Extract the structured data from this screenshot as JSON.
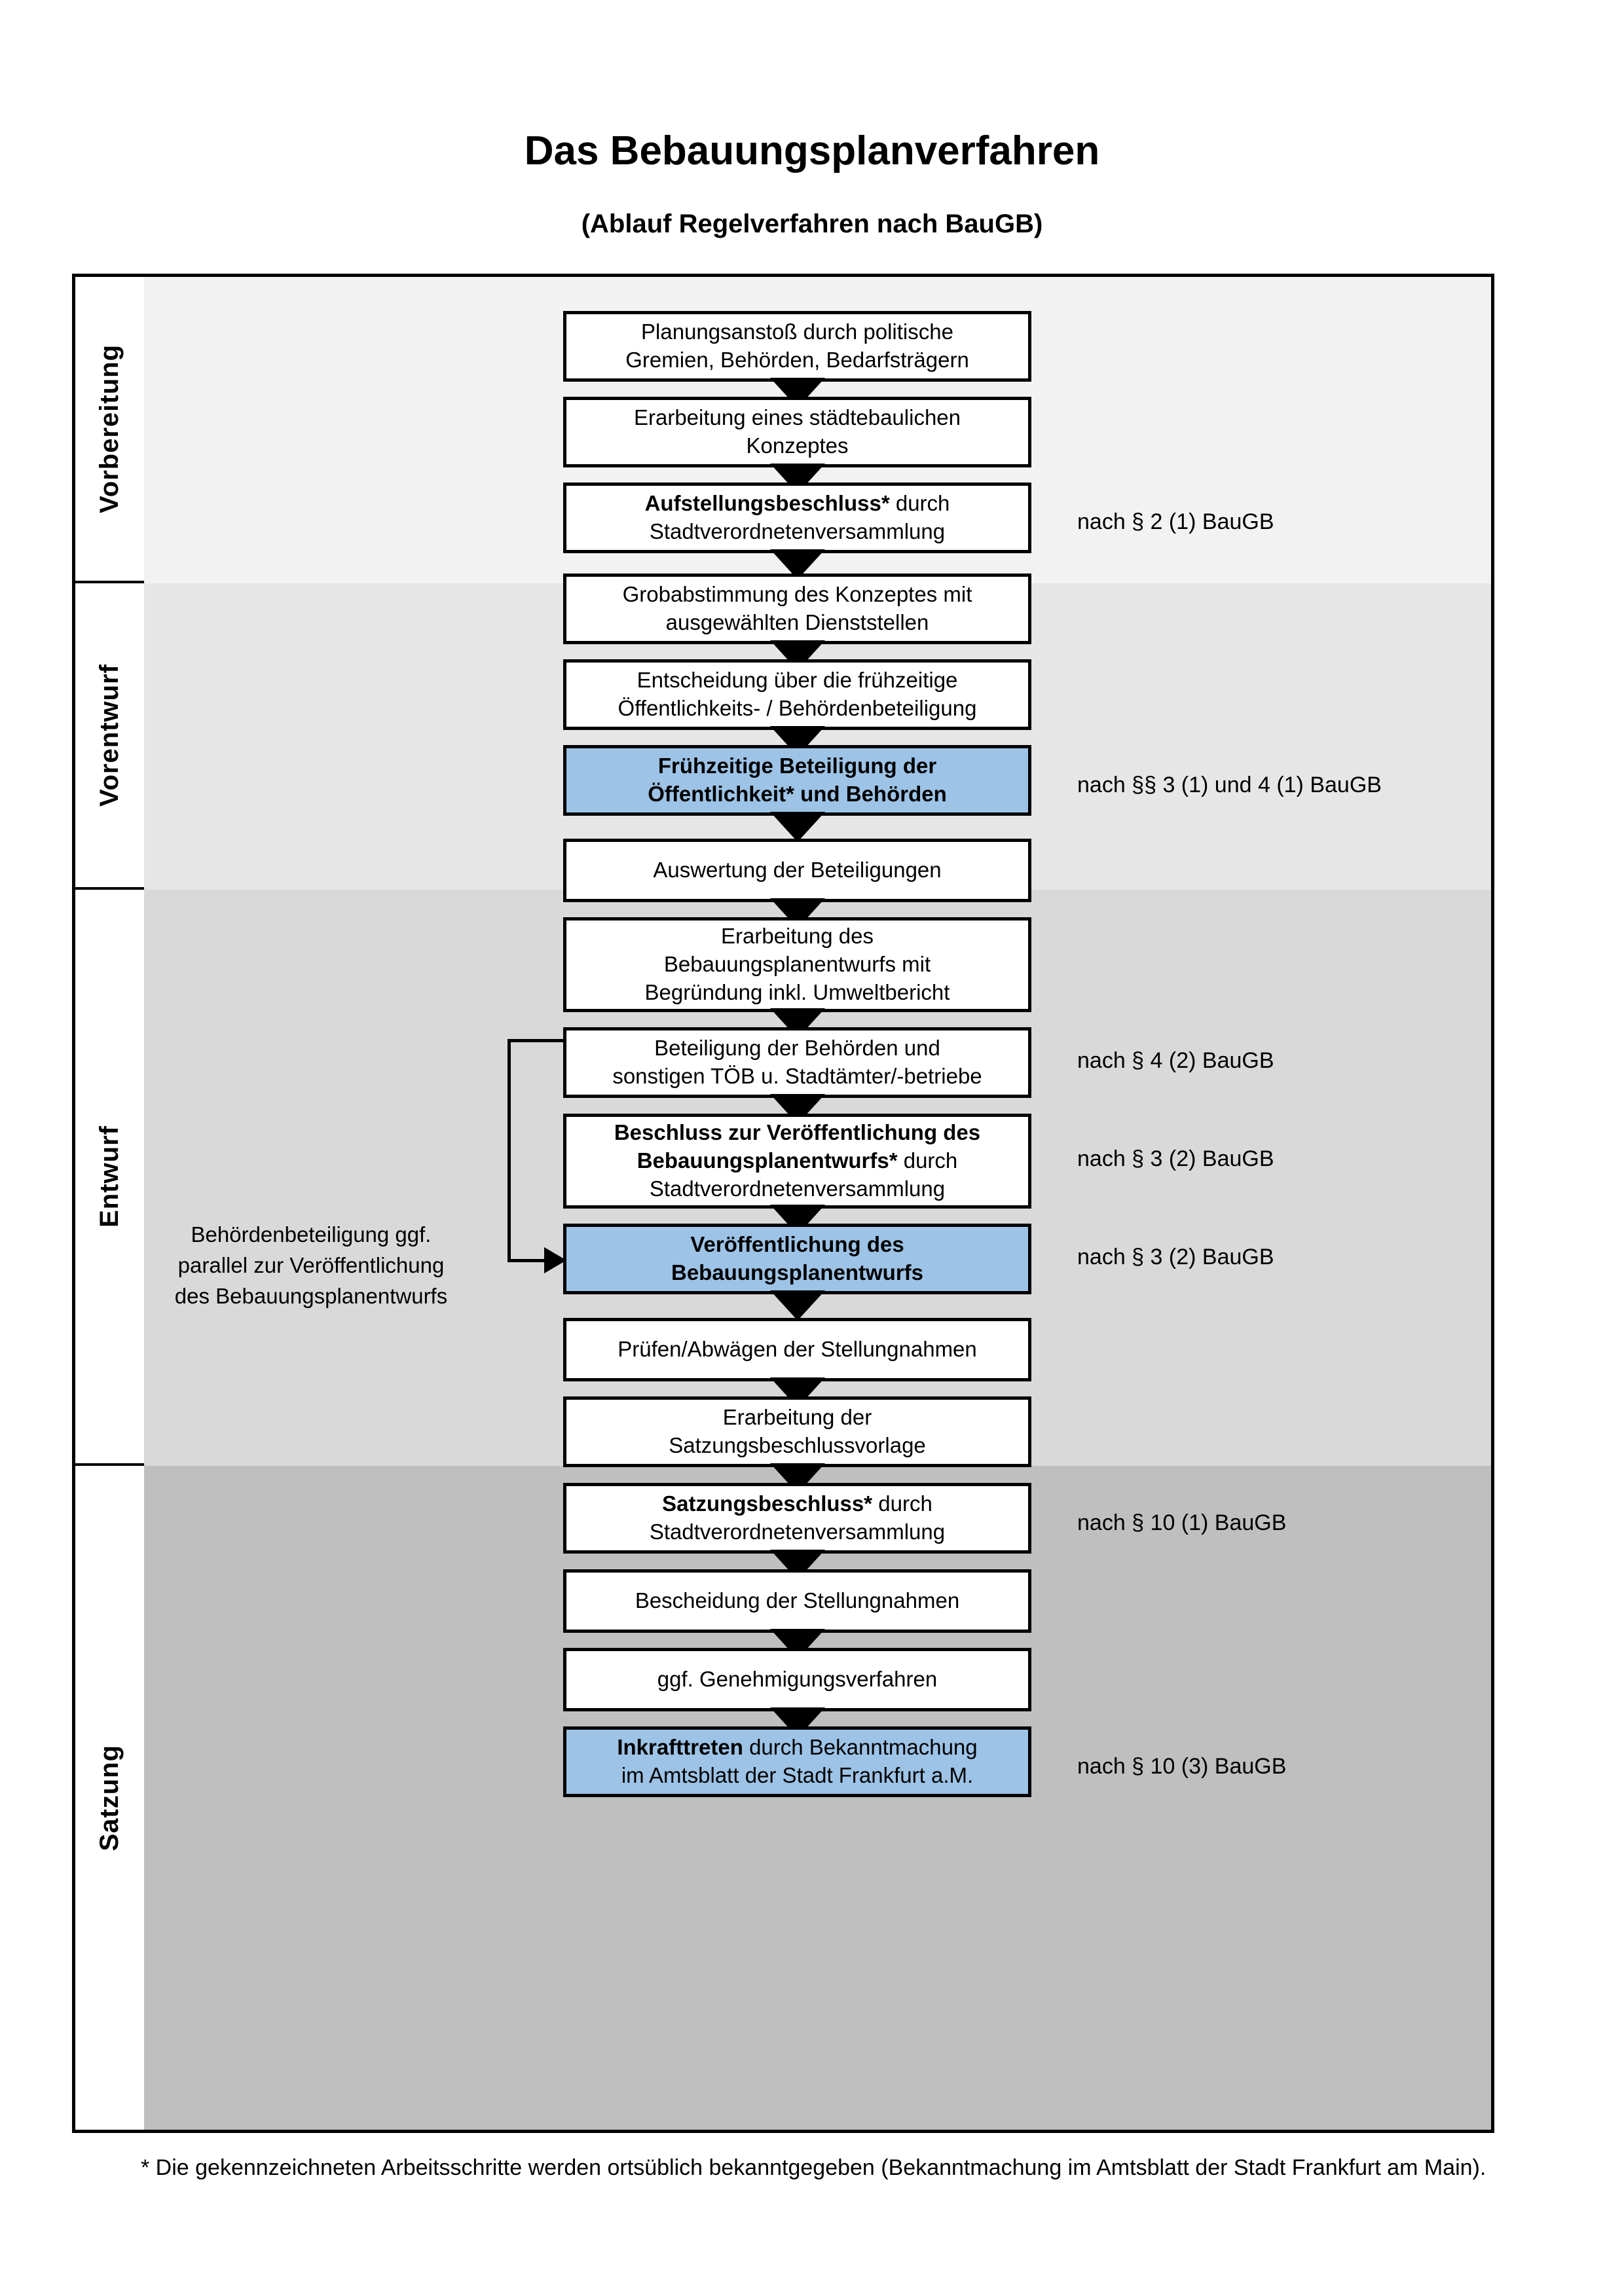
{
  "title": "Das Bebauungsplanverfahren",
  "subtitle": "(Ablauf Regelverfahren nach BauGB)",
  "phases": [
    {
      "label": "Vorbereitung",
      "bg": "#f2f2f2"
    },
    {
      "label": "Vorentwurf",
      "bg": "#e6e6e6"
    },
    {
      "label": "Entwurf",
      "bg": "#d9d9d9"
    },
    {
      "label": "Satzung",
      "bg": "#bfbfbf"
    }
  ],
  "accent_blue": "#9dc3e6",
  "steps": [
    {
      "id": "planungsanstoss",
      "lines": [
        "Planungsanstoß durch politische",
        "Gremien, Behörden, Bedarfsträgern"
      ],
      "bold": "",
      "blue": false
    },
    {
      "id": "konzept",
      "lines": [
        "Erarbeitung eines städtebaulichen",
        "Konzeptes"
      ],
      "bold": "",
      "blue": false
    },
    {
      "id": "aufstellungsbeschluss",
      "lines": [
        "Aufstellungsbeschluss* durch",
        "Stadtverordnetenversammlung"
      ],
      "bold": "Aufstellungsbeschluss*",
      "blue": false
    },
    {
      "id": "grobabstimmung",
      "lines": [
        "Grobabstimmung des Konzeptes mit",
        "ausgewählten Dienststellen"
      ],
      "bold": "",
      "blue": false
    },
    {
      "id": "entscheidung-fruehzeitig",
      "lines": [
        "Entscheidung über die frühzeitige",
        "Öffentlichkeits- / Behördenbeteiligung"
      ],
      "bold": "",
      "blue": false
    },
    {
      "id": "fruehzeitige-beteiligung",
      "lines": [
        "Frühzeitige Beteiligung der",
        "Öffentlichkeit* und Behörden"
      ],
      "bold": "ALL",
      "blue": true
    },
    {
      "id": "auswertung",
      "lines": [
        "Auswertung der Beteiligungen"
      ],
      "bold": "",
      "blue": false
    },
    {
      "id": "erarbeitung-entwurf",
      "lines": [
        "Erarbeitung des",
        "Bebauungsplanentwurfs mit",
        "Begründung inkl. Umweltbericht"
      ],
      "bold": "",
      "blue": false
    },
    {
      "id": "beteiligung-behoerden",
      "lines": [
        "Beteiligung der Behörden und",
        "sonstigen TÖB u. Stadtämter/-betriebe"
      ],
      "bold": "",
      "blue": false
    },
    {
      "id": "beschluss-veroeffentlichung",
      "lines": [
        "Beschluss zur Veröffentlichung des",
        "Bebauungsplanentwurfs* durch",
        "Stadtverordnetenversammlung"
      ],
      "bold": "Beschluss zur Veröffentlichung des Bebauungsplanentwurfs*",
      "blue": false
    },
    {
      "id": "veroeffentlichung",
      "lines": [
        "Veröffentlichung des",
        "Bebauungsplanentwurfs"
      ],
      "bold": "ALL",
      "blue": true
    },
    {
      "id": "pruefen-abwaegen",
      "lines": [
        "Prüfen/Abwägen der Stellungnahmen"
      ],
      "bold": "",
      "blue": false
    },
    {
      "id": "satzungsbeschlussvorlage",
      "lines": [
        "Erarbeitung der",
        "Satzungsbeschlussvorlage"
      ],
      "bold": "",
      "blue": false
    },
    {
      "id": "satzungsbeschluss",
      "lines": [
        "Satzungsbeschluss* durch",
        "Stadtverordnetenversammlung"
      ],
      "bold": "Satzungsbeschluss*",
      "blue": false
    },
    {
      "id": "bescheidung",
      "lines": [
        "Bescheidung der Stellungnahmen"
      ],
      "bold": "",
      "blue": false
    },
    {
      "id": "genehmigungsverfahren",
      "lines": [
        "ggf. Genehmigungsverfahren"
      ],
      "bold": "",
      "blue": false
    },
    {
      "id": "inkrafttreten",
      "lines": [
        "Inkrafttreten durch Bekanntmachung",
        "im Amtsblatt der Stadt Frankfurt a.M."
      ],
      "bold": "Inkrafttreten",
      "blue": true
    }
  ],
  "notes": [
    {
      "id": "note-par2",
      "text": "nach § 2 (1) BauGB"
    },
    {
      "id": "note-par3-4",
      "text": "nach §§ 3 (1) und 4 (1) BauGB"
    },
    {
      "id": "note-par4-2",
      "text": "nach § 4 (2) BauGB"
    },
    {
      "id": "note-par3-2a",
      "text": "nach § 3 (2) BauGB"
    },
    {
      "id": "note-par3-2b",
      "text": "nach § 3 (2) BauGB"
    },
    {
      "id": "note-par10-1",
      "text": "nach § 10 (1) BauGB"
    },
    {
      "id": "note-par10-3",
      "text": "nach § 10 (3) BauGB"
    }
  ],
  "side_note": "Behördenbeteiligung ggf. parallel zur Veröffentlichung des Bebauungsplanentwurfs",
  "footnote": "* Die gekennzeichneten Arbeitsschritte werden ortsüblich bekanntgegeben (Bekanntmachung im Amtsblatt  der Stadt Frankfurt am Main)."
}
